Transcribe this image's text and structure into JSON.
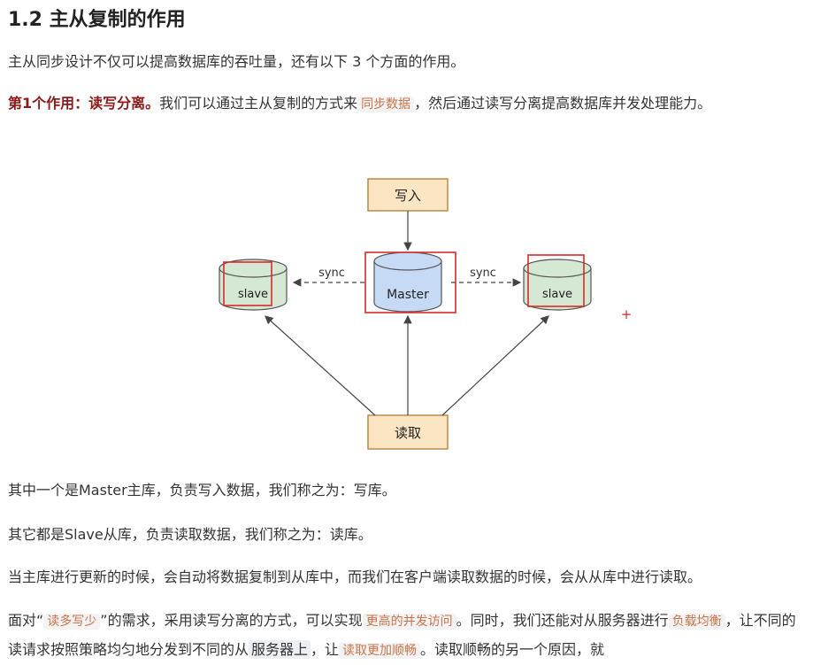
{
  "heading": "1.2 主从复制的作用",
  "intro": "主从同步设计不仅可以提高数据库的吞吐量，还有以下 3 个方面的作用。",
  "point1": {
    "title": "第1个作用：读写分离。",
    "text_a": "我们可以通过主从复制的方式来",
    "code": "同步数据",
    "text_b": "，然后通过读写分离提高数据库并发处理能力。"
  },
  "diagram": {
    "write_label": "写入",
    "master_label": "Master",
    "slave_left_label": "slave",
    "slave_right_label": "slave",
    "sync_left": "sync",
    "sync_right": "sync",
    "read_label": "读取",
    "plus_mark": "+"
  },
  "line_master": "其中一个是Master主库，负责写入数据，我们称之为：写库。",
  "line_slave": "其它都是Slave从库，负责读取数据，我们称之为：读库。",
  "line_update": "当主库进行更新的时候，会自动将数据复制到从库中，而我们在客户端读取数据的时候，会从从库中进行读取。",
  "last": {
    "a": "面对“",
    "c1": "读多写少",
    "b": "”的需求，采用读写分离的方式，可以实现",
    "c2": "更高的并发访问",
    "c": "。同时，我们还能对从服务器进行",
    "c3": "负载均衡",
    "d": "，让不同的读请求按照策略均匀地分发到不同的从",
    "c4": "服务器上",
    "e": "，让",
    "c5": "读取更加顺畅",
    "f": "。读取顺畅的另一个原因，就"
  },
  "colors": {
    "box_fill": "#fbe5c3",
    "box_stroke": "#b98a4a",
    "master_fill": "#c7daf5",
    "slave_fill": "#d5e8d4",
    "highlight_red": "#d92a2a"
  }
}
